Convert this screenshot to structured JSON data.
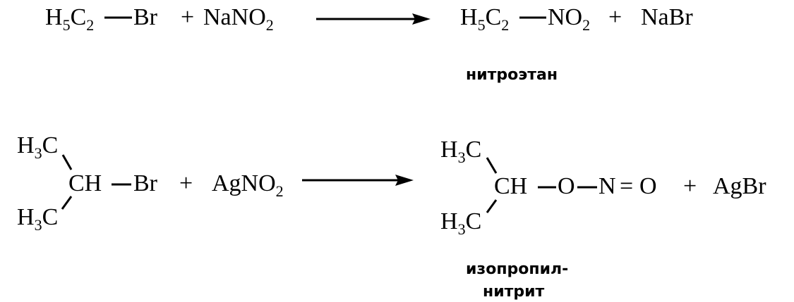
{
  "reaction1": {
    "reactant": {
      "prefix": "H",
      "sub1": "5",
      "mid": "C",
      "sub2": "2",
      "group": "Br"
    },
    "reagent": {
      "plus": "+",
      "text": "NaNO",
      "sub": "2"
    },
    "product": {
      "prefix": "H",
      "sub1": "5",
      "mid": "C",
      "sub2": "2",
      "group": "NO",
      "group_sub": "2"
    },
    "byproduct": {
      "plus": "+",
      "text": "NaBr"
    },
    "product_name": "нитроэтан"
  },
  "reaction2": {
    "reactant": {
      "top": {
        "text": "H",
        "sub": "3",
        "tail": "C"
      },
      "bottom": {
        "text": "H",
        "sub": "3",
        "tail": "C"
      },
      "center": "CH",
      "group": "Br"
    },
    "reagent": {
      "plus": "+",
      "text": "AgNO",
      "sub": "2"
    },
    "product": {
      "top": {
        "text": "H",
        "sub": "3",
        "tail": "C"
      },
      "bottom": {
        "text": "H",
        "sub": "3",
        "tail": "C"
      },
      "center": "CH",
      "o1": "O",
      "n": "N",
      "eq": "=",
      "o2": "O"
    },
    "byproduct": {
      "plus": "+",
      "text": "AgBr"
    },
    "product_name_line1": "изопропил-",
    "product_name_line2": "нитрит"
  }
}
